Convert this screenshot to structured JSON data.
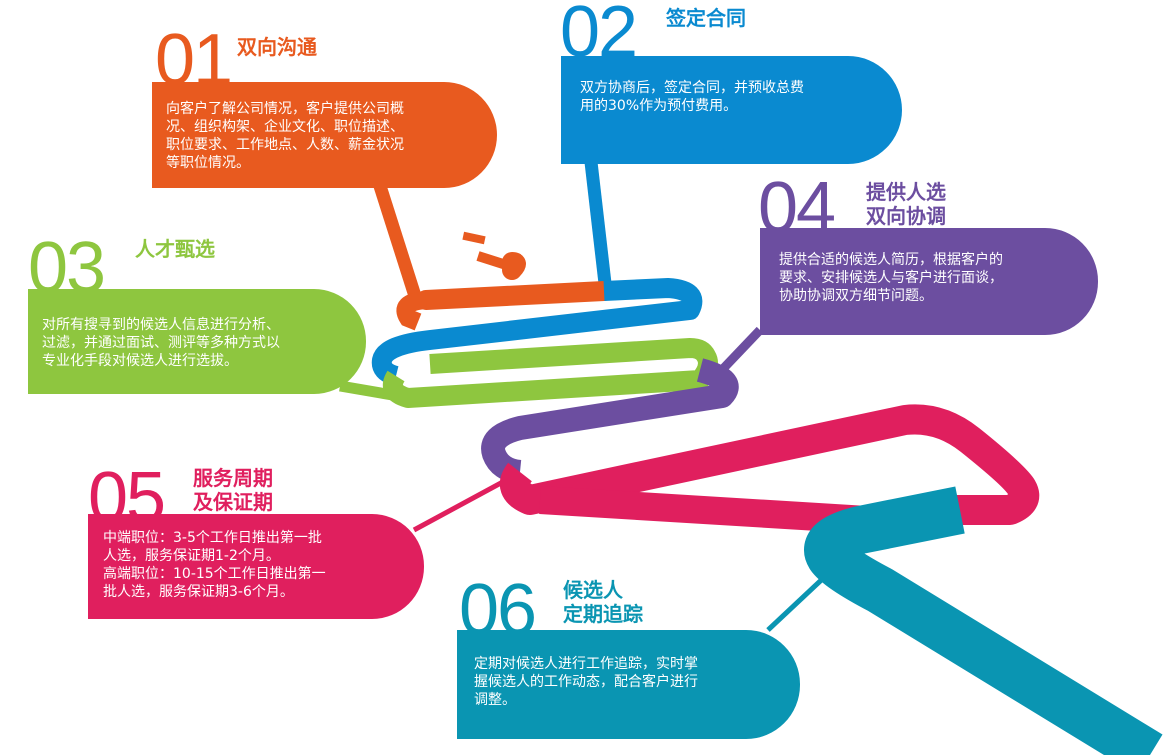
{
  "colors": {
    "orange": "#e85a1f",
    "blue": "#0a8ad0",
    "green": "#8ec63f",
    "purple": "#6c4ea0",
    "magenta": "#e01f5e",
    "teal": "#0a95b2"
  },
  "steps": [
    {
      "number": "01",
      "title_lines": [
        "双向沟通"
      ],
      "body_lines": [
        "向客户了解公司情况，客户提供公司概",
        "况、组织构架、企业文化、职位描述、",
        "职位要求、工作地点、人数、薪金状况",
        "等职位情况。"
      ],
      "color": "orange"
    },
    {
      "number": "02",
      "title_lines": [
        "签定合同"
      ],
      "body_lines": [
        "双方协商后，签定合同，并预收总费",
        "用的30%作为预付费用。"
      ],
      "color": "blue"
    },
    {
      "number": "03",
      "title_lines": [
        "人才甄选"
      ],
      "body_lines": [
        "对所有搜寻到的候选人信息进行分析、",
        "过滤，并通过面试、测评等多种方式以",
        "专业化手段对候选人进行选拔。"
      ],
      "color": "green"
    },
    {
      "number": "04",
      "title_lines": [
        "提供人选",
        "双向协调"
      ],
      "body_lines": [
        "提供合适的候选人简历，根据客户的",
        "要求、安排候选人与客户进行面谈，",
        "协助协调双方细节问题。"
      ],
      "color": "purple"
    },
    {
      "number": "05",
      "title_lines": [
        "服务周期",
        "及保证期"
      ],
      "body_lines": [
        "中端职位：3-5个工作日推出第一批",
        "人选，服务保证期1-2个月。",
        "高端职位：10-15个工作日推出第一",
        "批人选，服务保证期3-6个月。"
      ],
      "color": "magenta"
    },
    {
      "number": "06",
      "title_lines": [
        "候选人",
        "定期追踪"
      ],
      "body_lines": [
        "定期对候选人进行工作追踪，实时掌",
        "握候选人的工作动态，配合客户进行",
        "调整。"
      ],
      "color": "teal"
    }
  ]
}
